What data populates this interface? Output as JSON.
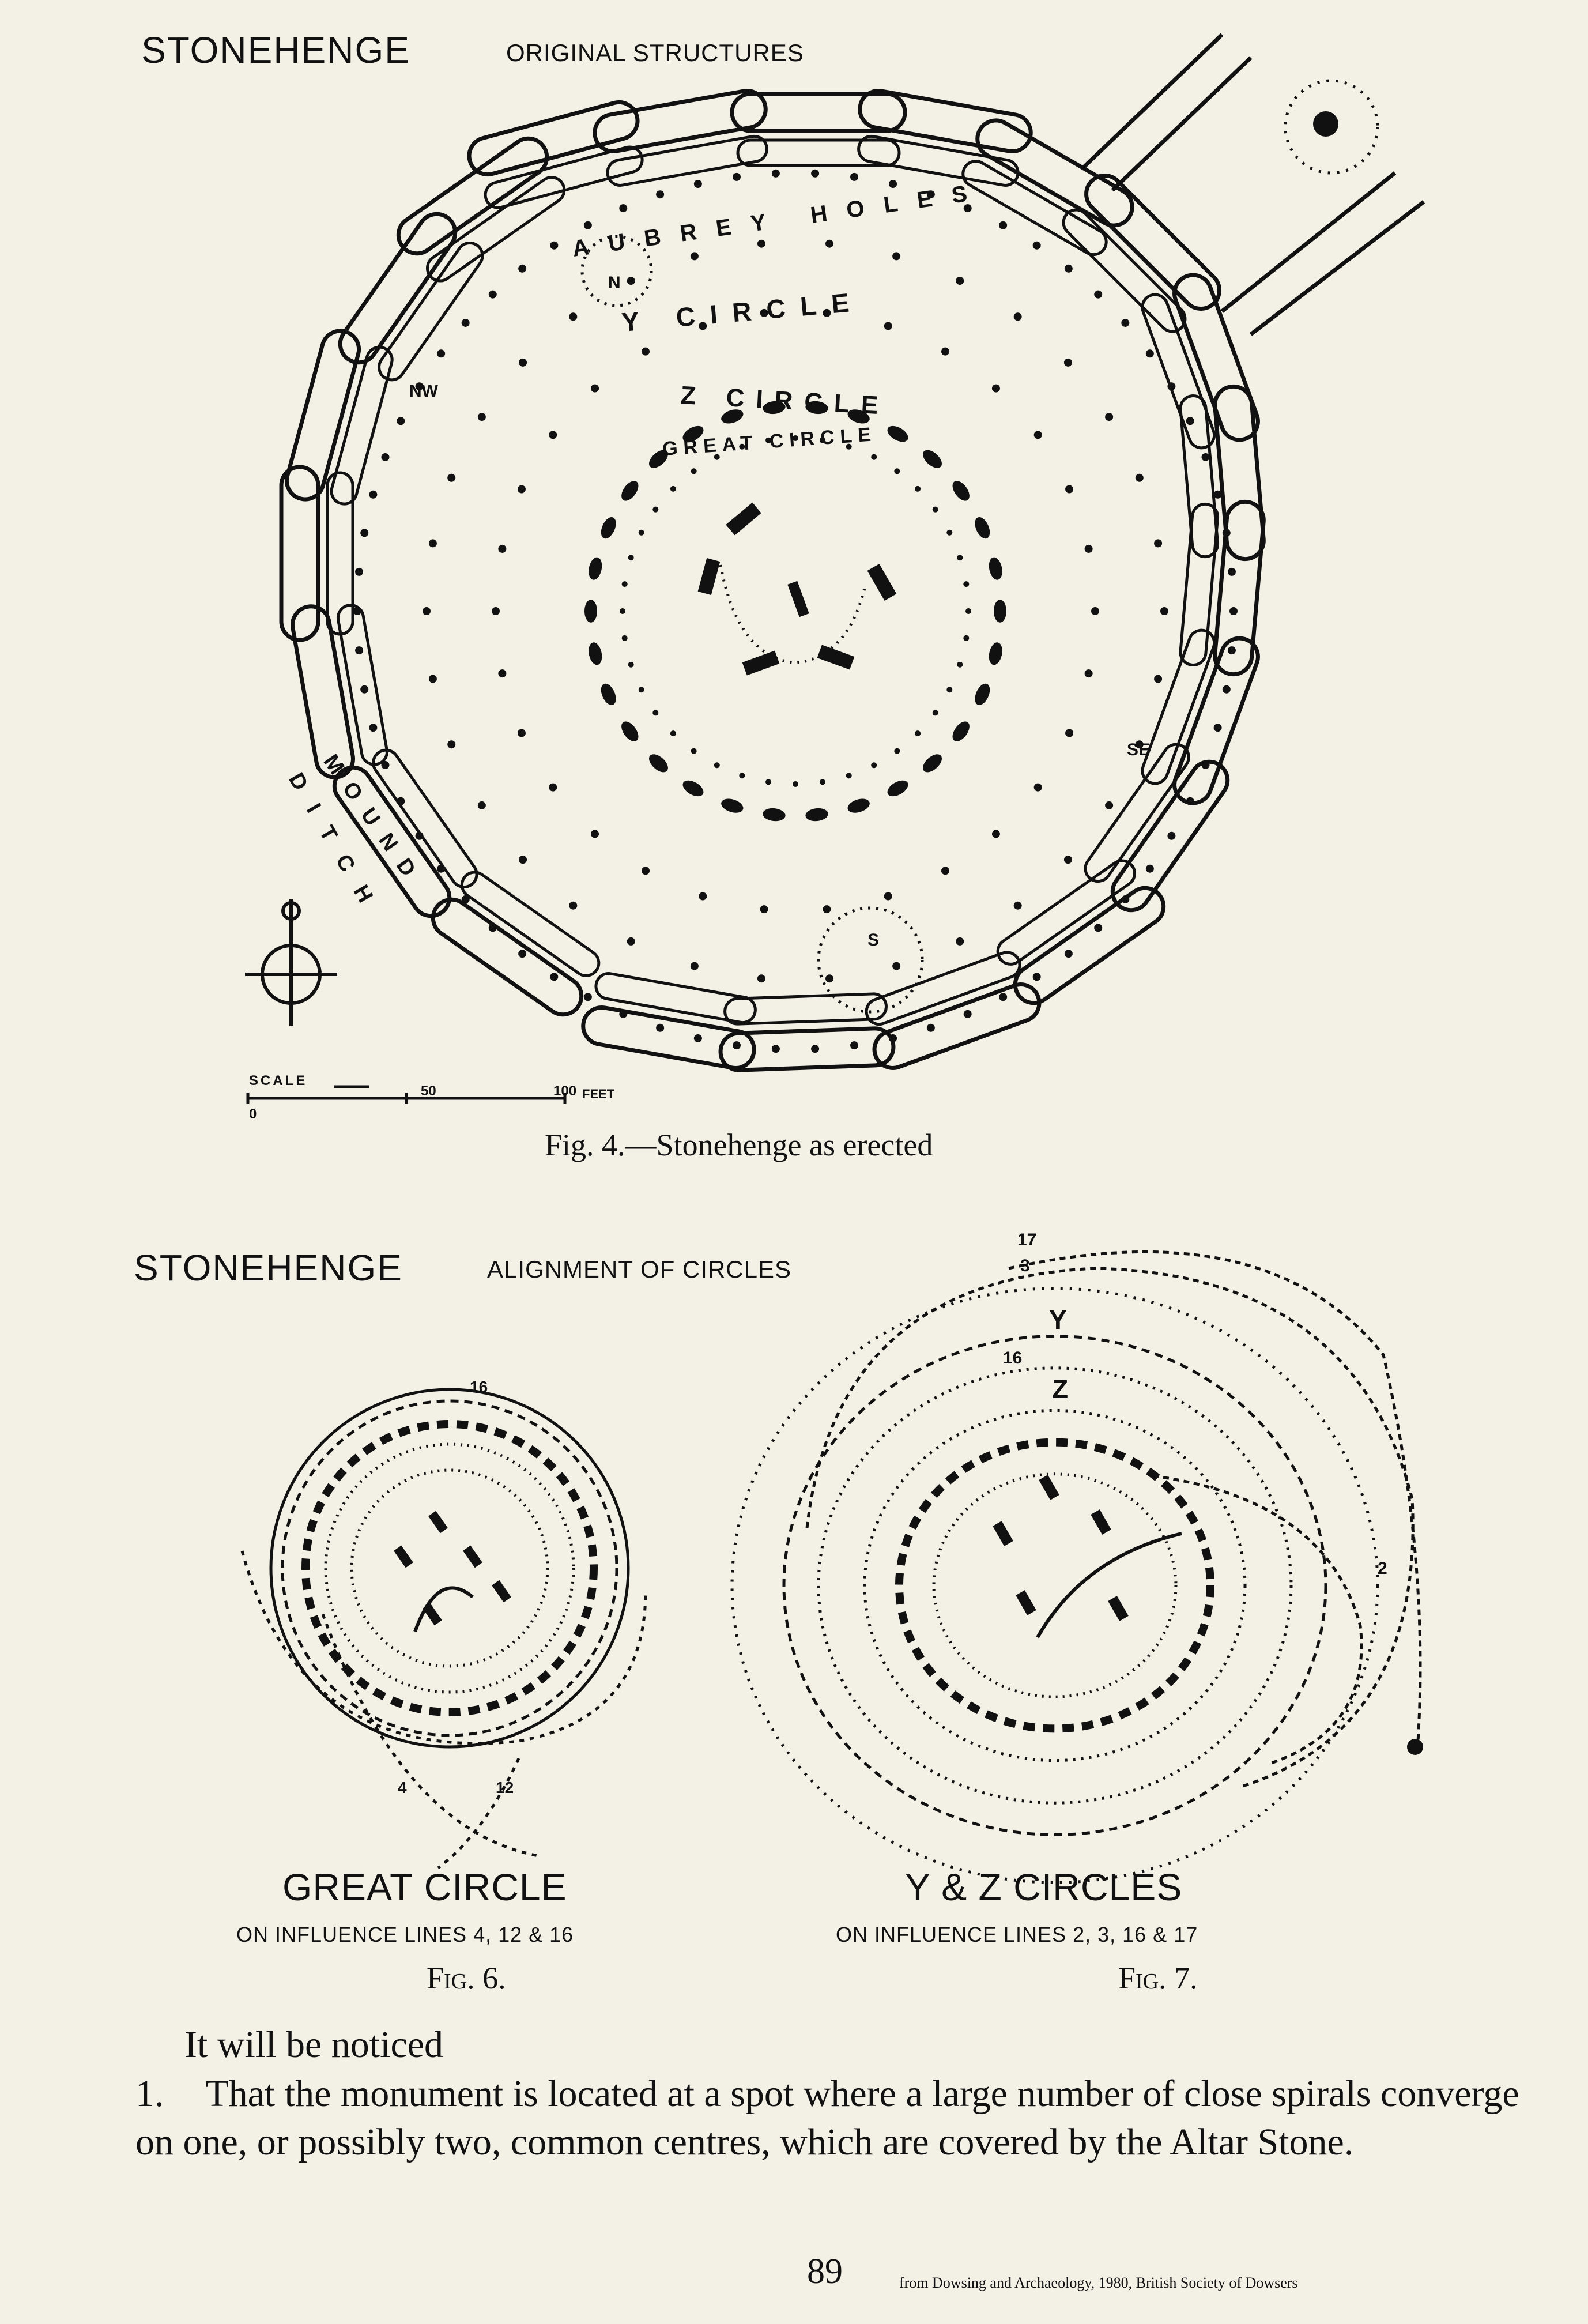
{
  "fig4": {
    "header_title": "STONEHENGE",
    "header_subtitle": "ORIGINAL STRUCTURES",
    "caption": "Fig. 4.—Stonehenge as erected",
    "labels": {
      "aubrey_holes": "AUBREY HOLES",
      "y_circle": "Y CIRCLE",
      "z_circle": "Z CIRCLE",
      "great_circle": "GREAT CIRCLE",
      "mound": "MOUND",
      "ditch": "DITCH",
      "nw": "NW",
      "se": "SE",
      "n": "N",
      "s": "S"
    },
    "scale": {
      "label": "SCALE",
      "ticks": [
        "0",
        "50",
        "100"
      ],
      "unit": "FEET"
    }
  },
  "alignment": {
    "header_title": "STONEHENGE",
    "header_subtitle": "ALIGNMENT OF CIRCLES"
  },
  "fig6": {
    "title": "GREAT CIRCLE",
    "subtitle": "ON INFLUENCE LINES 4, 12 & 16",
    "caption": "Fig. 6.",
    "line_labels": [
      "16",
      "4",
      "12"
    ]
  },
  "fig7": {
    "title": "Y & Z CIRCLES",
    "subtitle": "ON INFLUENCE LINES 2, 3, 16 & 17",
    "caption": "Fig. 7.",
    "line_labels": [
      "17",
      "3",
      "16",
      "2"
    ],
    "ring_labels": [
      "Y",
      "Z"
    ]
  },
  "body": {
    "intro": "It will be noticed",
    "item_number": "1.",
    "item_text": "That the monument is located at a spot where a large number of close spirals converge on one, or possibly two, common centres, which are covered by the Altar Stone."
  },
  "footer": {
    "page_number": "89",
    "source": "from Dowsing and Archaeology, 1980, British Society of Dowsers"
  }
}
